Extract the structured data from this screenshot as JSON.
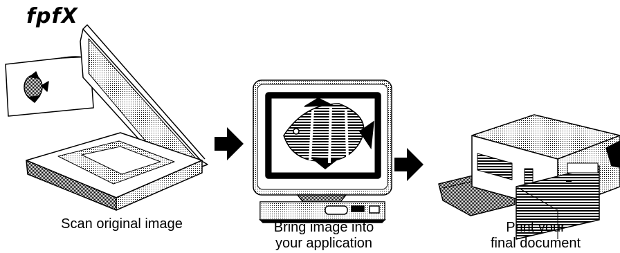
{
  "logo_text": "fpfX",
  "steps": [
    {
      "lines": [
        "Scan original image"
      ]
    },
    {
      "lines": [
        "Bring image into",
        "your application"
      ]
    },
    {
      "lines": [
        "Print your",
        "final document"
      ]
    }
  ],
  "colors": {
    "ink": "#000000",
    "paper": "#ffffff"
  },
  "icons": [
    "scanner-icon",
    "arrow-right-icon",
    "computer-icon",
    "printer-icon"
  ]
}
